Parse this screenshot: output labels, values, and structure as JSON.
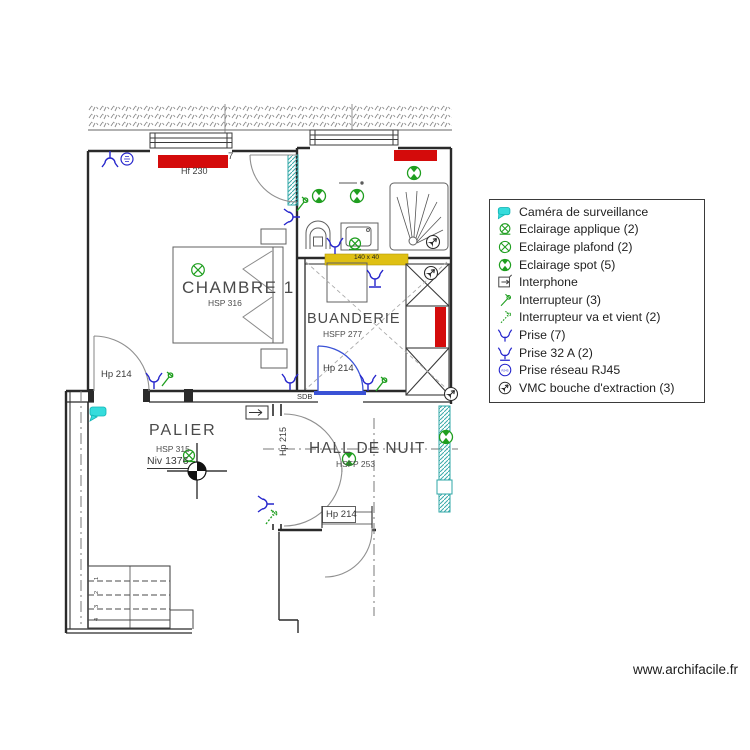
{
  "watermark": "www.archifacile.fr",
  "colors": {
    "accent_red": "#d40b0b",
    "accent_yellow": "#dfc013",
    "symbol_green": "#1f9e1f",
    "symbol_blue": "#2626cc",
    "camera_cyan": "#35dcdc",
    "teal_hatch": "#3aa9a9"
  },
  "plan": {
    "rooms": {
      "chambre": {
        "name": "CHAMBRE 1",
        "ceiling": "HSP 316"
      },
      "buanderie": {
        "name": "BUANDERIE",
        "ceiling": "HSFP 277"
      },
      "palier": {
        "name": "PALIER",
        "ceiling": "HSP 315",
        "level": "Niv 1376"
      },
      "hall": {
        "name": "HALL DE NUIT",
        "ceiling": "HSFP 253"
      },
      "sdb": {
        "abbr": "SDB"
      }
    },
    "labels": {
      "window_top_fragment": "7",
      "window_top_height": "Hf 230",
      "door_chambre": "Hp 214",
      "door_buanderie": "Hp 214",
      "door_palier": "Hp 215",
      "window_hall": "Hp 214",
      "duct": "140 x 40",
      "stairs": [
        "1",
        "2",
        "3",
        "4"
      ]
    }
  },
  "legend": {
    "rj45_glyph": "RJ45",
    "items": [
      {
        "icon": "camera-icon",
        "label": "Caméra de surveillance"
      },
      {
        "icon": "wall-light-icon",
        "label": "Eclairage applique (2)"
      },
      {
        "icon": "ceiling-light-icon",
        "label": "Eclairage plafond (2)"
      },
      {
        "icon": "spot-light-icon",
        "label": "Eclairage spot (5)"
      },
      {
        "icon": "intercom-icon",
        "label": "Interphone"
      },
      {
        "icon": "switch-icon",
        "label": "Interrupteur (3)"
      },
      {
        "icon": "two-way-switch-icon",
        "label": "Interrupteur va et vient (2)"
      },
      {
        "icon": "outlet-icon",
        "label": "Prise (7)"
      },
      {
        "icon": "outlet-32a-icon",
        "label": "Prise 32 A (2)"
      },
      {
        "icon": "rj45-icon",
        "label": "Prise réseau RJ45"
      },
      {
        "icon": "vmc-icon",
        "label": "VMC bouche d'extraction (3)"
      }
    ]
  }
}
